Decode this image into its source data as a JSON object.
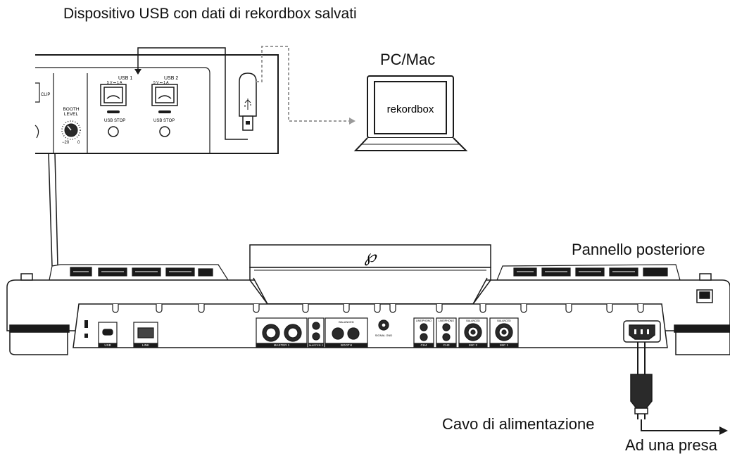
{
  "diagram": {
    "title": "Dispositivo USB con dati di rekordbox salvati",
    "computer_label": "PC/Mac",
    "computer_screen_text": "rekordbox",
    "rear_panel_label": "Pannello posteriore",
    "power_cable_label": "Cavo di alimentazione",
    "outlet_label": "Ad una presa"
  },
  "zoom_panel": {
    "clip": "CLIP",
    "booth_level": [
      "BOOTH",
      "LEVEL"
    ],
    "booth_range": [
      "−20",
      "0"
    ],
    "usb1": "USB 1",
    "usb2": "USB 2",
    "usb_power": "5 V ⎓ 1 A",
    "usb_stop": "USB STOP"
  },
  "rear_ports": {
    "usb": "USB",
    "link": "LINK",
    "master1": "MASTER 1",
    "master2": "MASTER 2",
    "booth": "BOOTH",
    "balanced": "BALANCED",
    "signal_gnd": "SIGNAL GND",
    "line_phono": "LINE/PHONO",
    "ch4": "CH4",
    "ch3": "CH3",
    "mic2": "MIC 2",
    "mic1": "MIC 1"
  },
  "colors": {
    "line": "#1a1a1a",
    "dashed_arrow": "#9a9a9a",
    "panel_fill": "#ffffff",
    "dark_fill": "#2a2a2a"
  }
}
